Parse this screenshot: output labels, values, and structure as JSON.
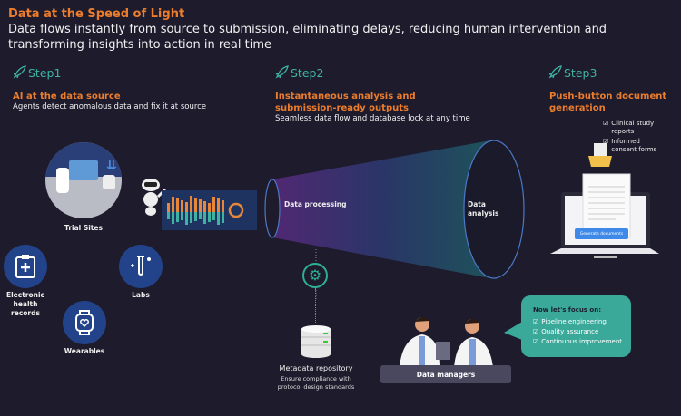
{
  "header": {
    "title": "Data at the Speed of Light",
    "subtitle": "Data flows instantly from source to submission, eliminating delays, reducing human intervention and transforming insights into action in real time"
  },
  "steps": [
    {
      "label": "Step1",
      "heading": "AI at the data source",
      "description": "Agents detect anomalous data and fix it at source"
    },
    {
      "label": "Step2",
      "heading": "Instantaneous analysis and submission-ready outputs",
      "description": "Seamless data flow and database lock at any time"
    },
    {
      "label": "Step3",
      "heading": "Push-button document generation",
      "description": ""
    }
  ],
  "sources": {
    "trial_sites": "Trial Sites",
    "ehr": "Electronic health records",
    "labs": "Labs",
    "wearables": "Wearables"
  },
  "pipeline": {
    "processing": "Data processing",
    "analysis": "Data analysis"
  },
  "repository": {
    "title": "Metadata repository",
    "description": "Ensure compliance with protocol design standards"
  },
  "documents": {
    "items": [
      "Clinical study reports",
      "Informed consent forms"
    ],
    "button": "Generate documents"
  },
  "managers": {
    "label": "Data managers"
  },
  "focus": {
    "title": "Now let's focus on:",
    "items": [
      "Pipeline engineering",
      "Quality assurance",
      "Continuous improvement"
    ]
  },
  "colors": {
    "background": "#1d1b2c",
    "accent_orange": "#ec7d2c",
    "accent_teal": "#3fb3a3",
    "icon_circle": "#22438a"
  }
}
